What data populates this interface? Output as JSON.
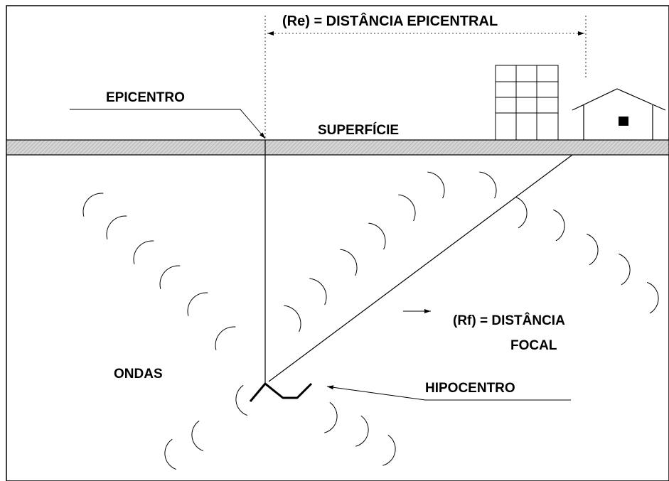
{
  "labels": {
    "epicentral_distance": "(Re) = DISTÂNCIA EPICENTRAL",
    "epicenter": "EPICENTRO",
    "surface": "SUPERFÍCIE",
    "focal_distance_line1": "(Rf) = DISTÂNCIA",
    "focal_distance_line2": "FOCAL",
    "waves": "ONDAS",
    "hypocenter": "HIPOCENTRO"
  }
}
